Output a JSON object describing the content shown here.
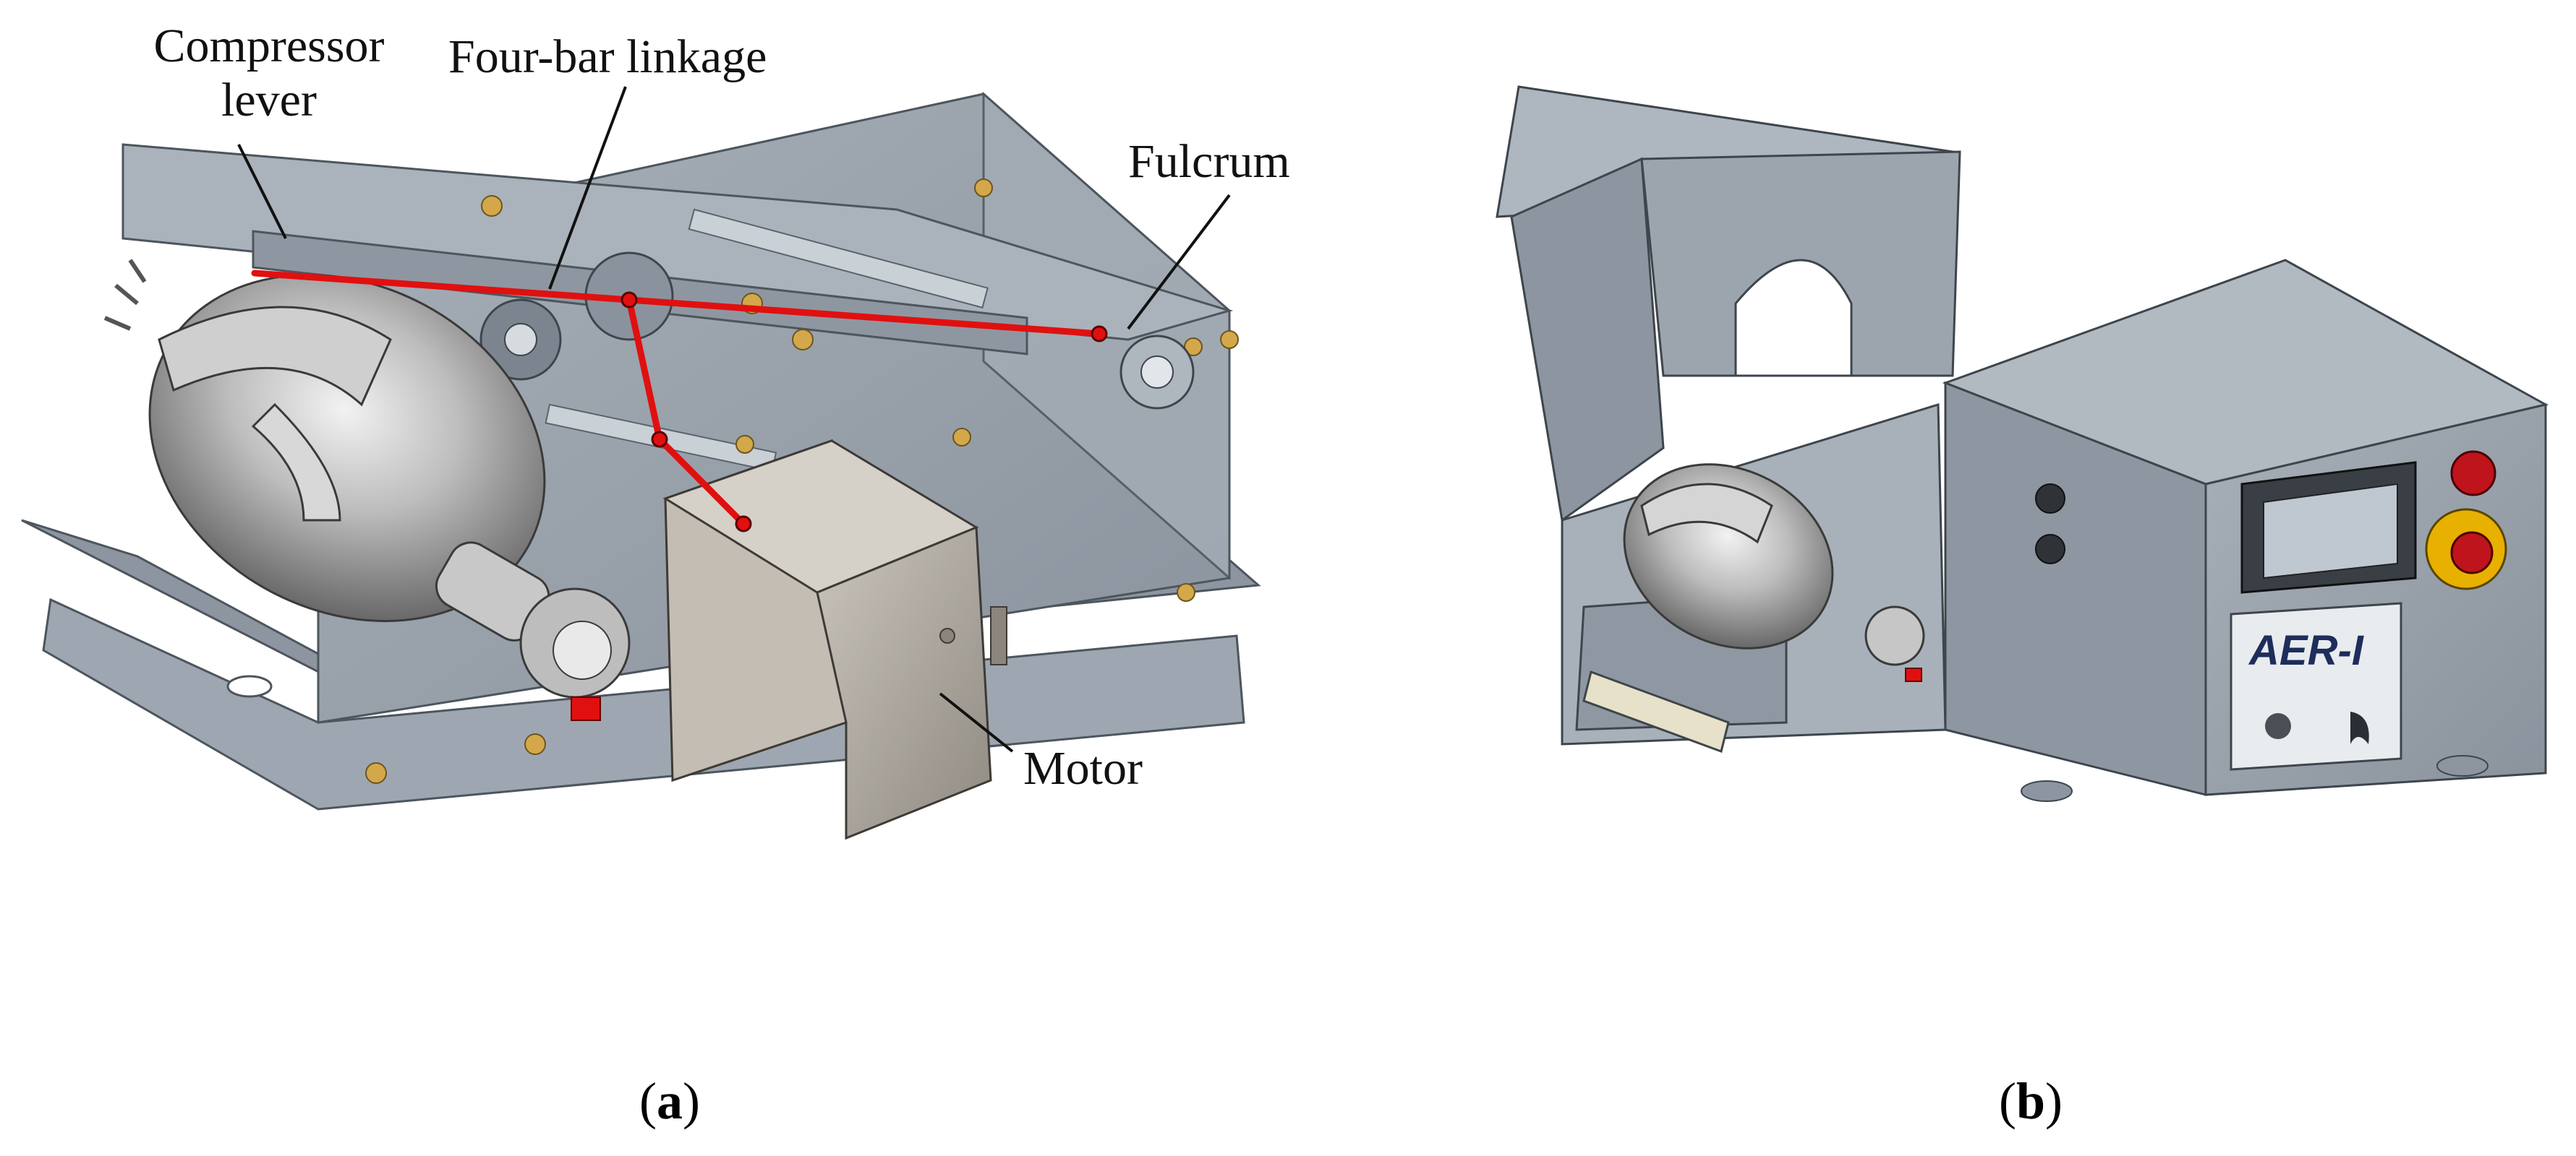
{
  "panel_a": {
    "labels": {
      "compressor_line1": "Compressor",
      "compressor_line2": "lever",
      "four_bar": "Four-bar linkage",
      "fulcrum": "Fulcrum",
      "motor": "Motor"
    },
    "caption_open": "(",
    "caption_letter": "a",
    "caption_close": ")"
  },
  "panel_b": {
    "brand": "AER-I",
    "caption_open": "(",
    "caption_letter": "b",
    "caption_close": ")"
  },
  "colors": {
    "linkage_red": "#e01010",
    "metal": "#9aa3ad",
    "metal_dark": "#6d7680",
    "brass": "#d4a84a",
    "screen": "#bfc8d0",
    "button_red": "#c0141c",
    "button_yellow": "#e8b000"
  }
}
